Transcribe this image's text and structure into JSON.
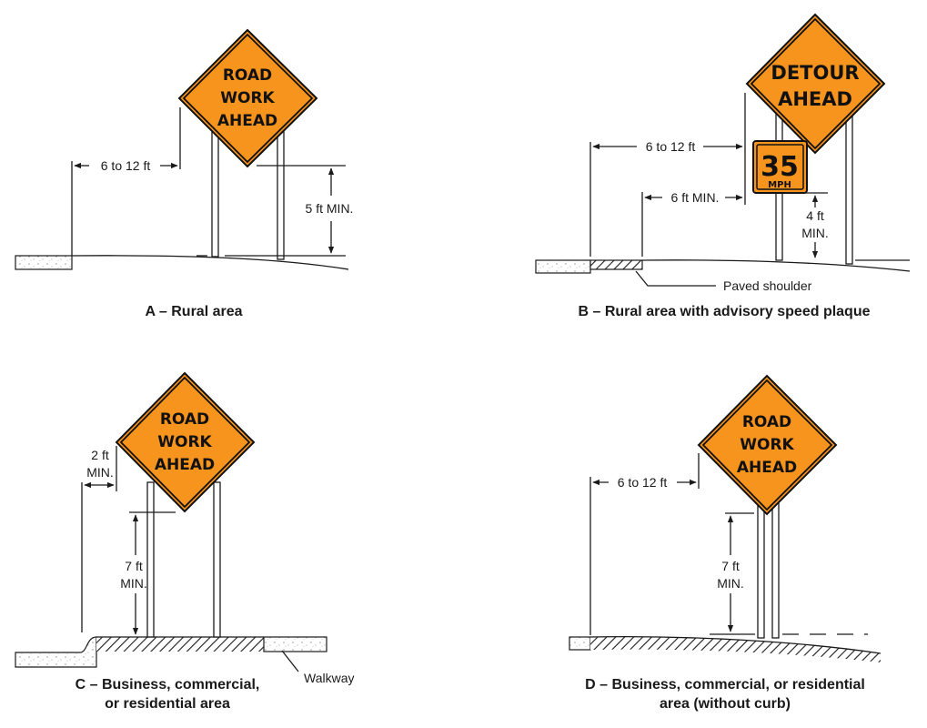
{
  "colors": {
    "sign_orange": "#f7941d",
    "sign_border": "#111111",
    "ink": "#1a1a1a"
  },
  "panels": {
    "a": {
      "caption": "A – Rural area",
      "sign_lines": [
        "ROAD",
        "WORK",
        "AHEAD"
      ],
      "lateral_label": "6 to 12 ft",
      "height_label": "5 ft MIN."
    },
    "b": {
      "caption": "B – Rural area with advisory speed plaque",
      "sign_lines": [
        "DETOUR",
        "AHEAD"
      ],
      "plaque_number": "35",
      "plaque_unit": "MPH",
      "lateral_label": "6 to 12 ft",
      "shoulder_label": "6 ft MIN.",
      "height_line1": "4 ft",
      "height_line2": "MIN.",
      "callout": "Paved shoulder"
    },
    "c": {
      "caption_line1": "C – Business, commercial,",
      "caption_line2": "or residential area",
      "sign_lines": [
        "ROAD",
        "WORK",
        "AHEAD"
      ],
      "lateral_line1": "2 ft",
      "lateral_line2": "MIN.",
      "height_line1": "7 ft",
      "height_line2": "MIN.",
      "callout": "Walkway"
    },
    "d": {
      "caption_line1": "D – Business, commercial, or residential",
      "caption_line2": "area (without curb)",
      "sign_lines": [
        "ROAD",
        "WORK",
        "AHEAD"
      ],
      "lateral_label": "6 to 12 ft",
      "height_line1": "7 ft",
      "height_line2": "MIN."
    }
  }
}
